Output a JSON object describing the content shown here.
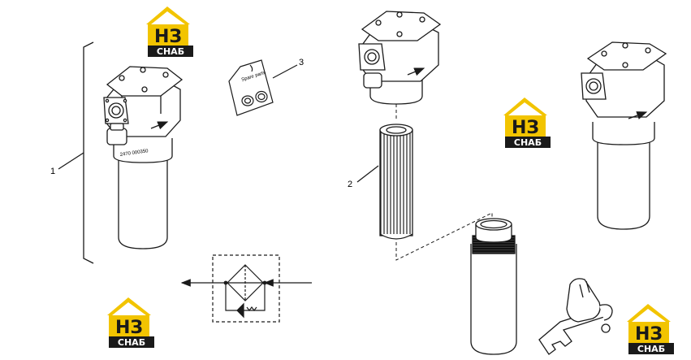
{
  "callouts": {
    "housing_assembly": "1",
    "filter_element": "2",
    "spare_parts_kit": "3"
  },
  "labels": {
    "housing_serial": "2470 000350",
    "kit_tag_text": "Spare parts"
  },
  "logo": {
    "mark": "НЗ",
    "caption": "СНАБ",
    "colors": {
      "roof": "#f2c400",
      "mark_bg": "#f2c400",
      "caption_bg": "#1a1a1a",
      "caption_text": "#ffffff",
      "mark_text": "#1a1a1a"
    }
  },
  "colors": {
    "line": "#1a1a1a",
    "background": "#ffffff"
  }
}
